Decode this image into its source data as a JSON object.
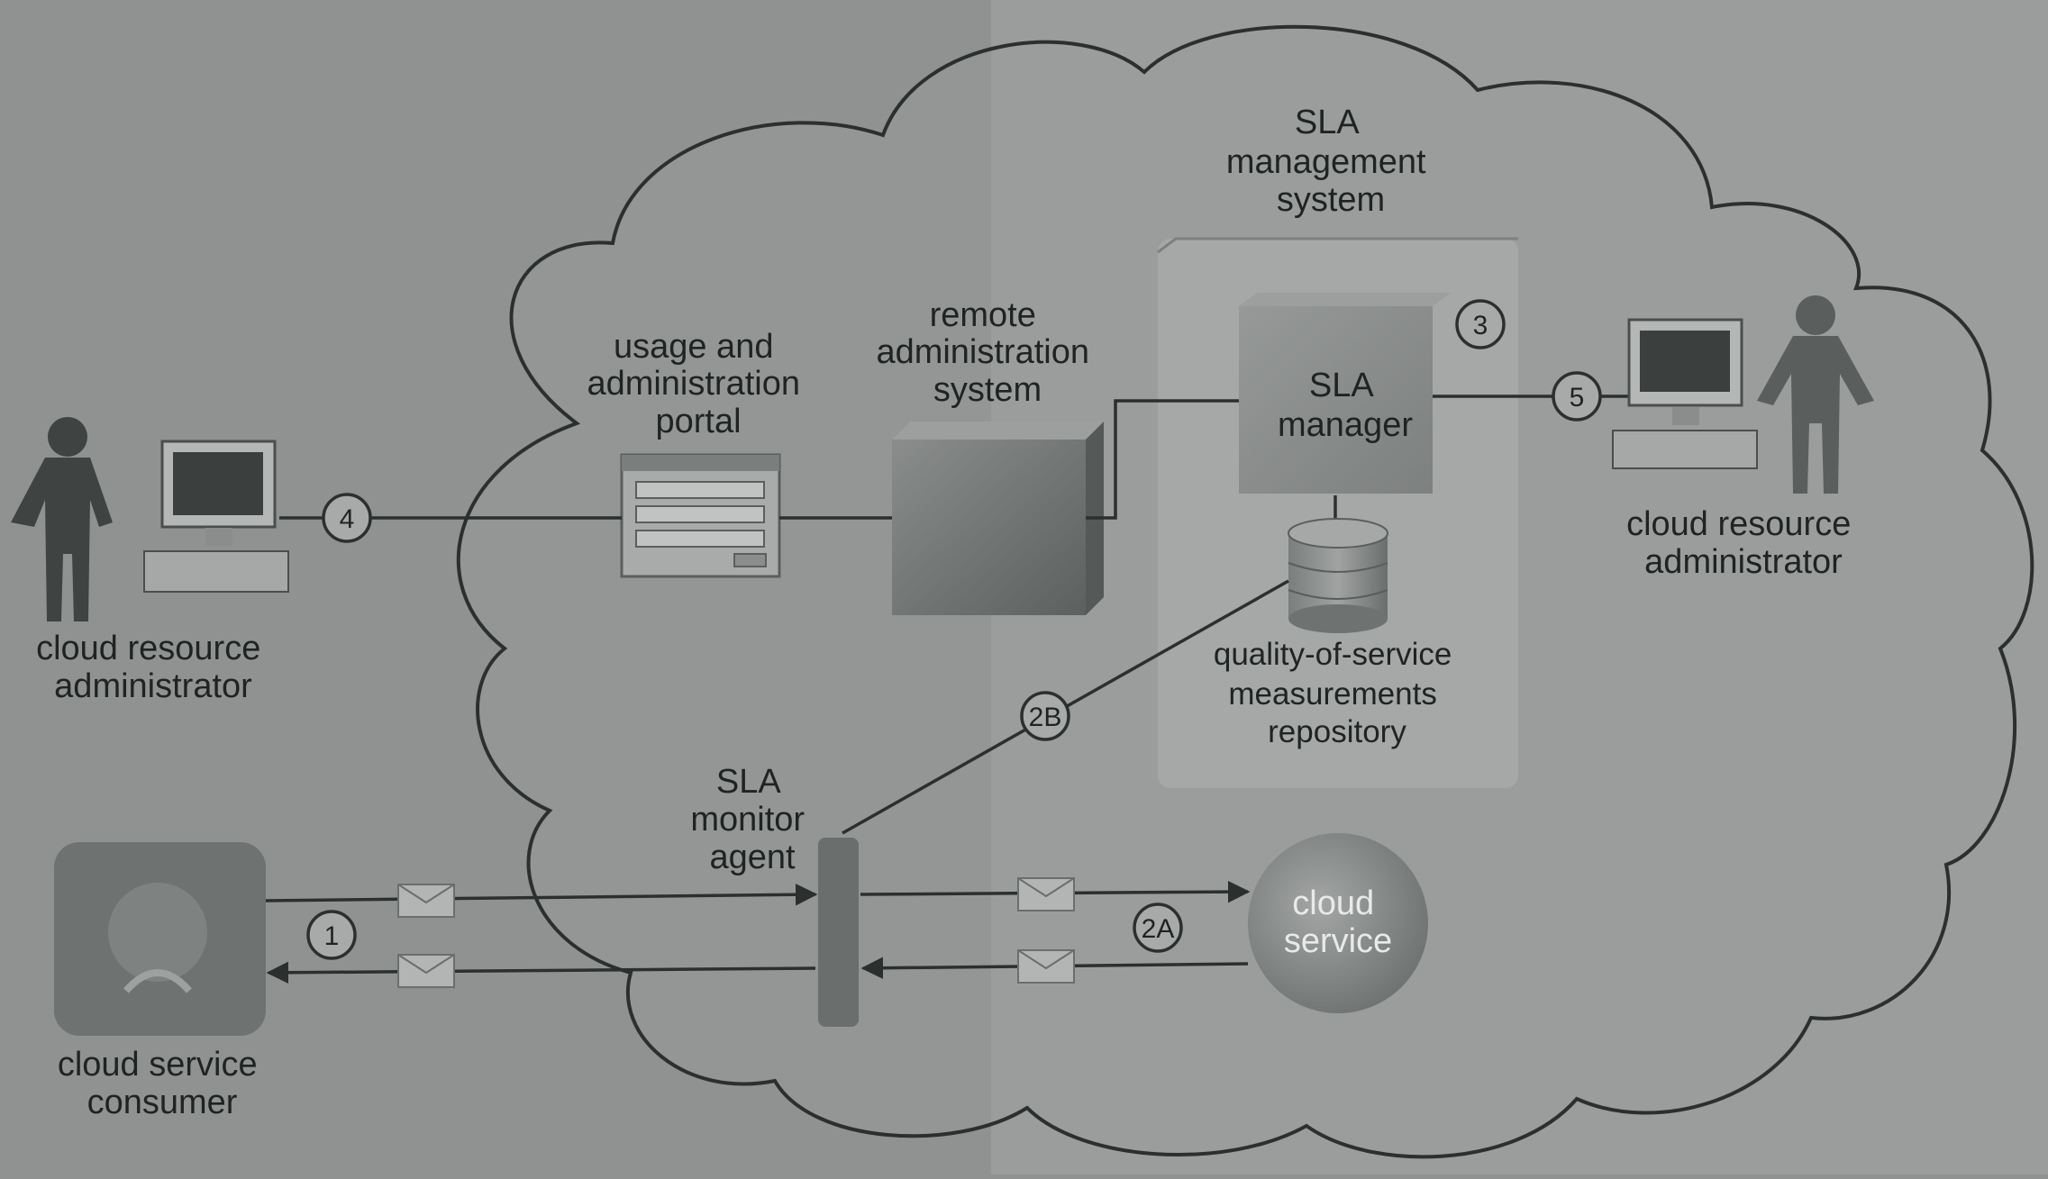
{
  "diagram": {
    "sla_management_system": [
      "SLA",
      "management",
      "system"
    ],
    "sla_manager": [
      "SLA",
      "manager"
    ],
    "repository": [
      "quality-of-service",
      "measurements",
      "repository"
    ],
    "remote_admin_system": [
      "remote",
      "administration",
      "system"
    ],
    "usage_portal": [
      "usage and",
      "administration",
      "portal"
    ],
    "sla_monitor_agent": [
      "SLA",
      "monitor",
      "agent"
    ],
    "cloud_service": [
      "cloud",
      "service"
    ],
    "cloud_service_consumer": [
      "cloud service",
      "consumer"
    ],
    "admin_left": [
      "cloud resource",
      "administrator"
    ],
    "admin_right": [
      "cloud resource",
      "administrator"
    ],
    "steps": {
      "s1": "1",
      "s2a": "2A",
      "s2b": "2B",
      "s3": "3",
      "s4": "4",
      "s5": "5"
    }
  }
}
